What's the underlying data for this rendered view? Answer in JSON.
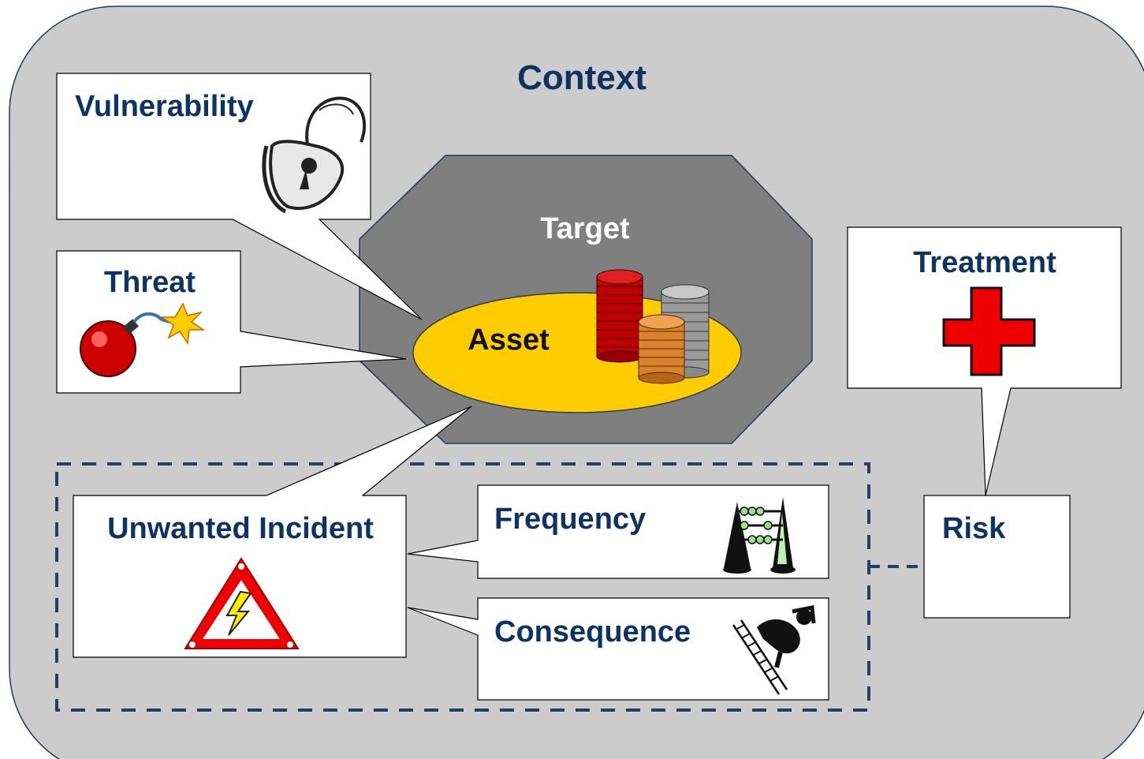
{
  "context": {
    "title": "Context"
  },
  "target": {
    "title": "Target"
  },
  "asset": {
    "title": "Asset"
  },
  "vulnerability": {
    "title": "Vulnerability",
    "icon": "broken-padlock-icon"
  },
  "threat": {
    "title": "Threat",
    "icon": "bomb-icon"
  },
  "treatment": {
    "title": "Treatment",
    "icon": "red-cross-icon"
  },
  "unwanted_incident": {
    "title": "Unwanted Incident",
    "icon": "warning-triangle-icon"
  },
  "frequency": {
    "title": "Frequency",
    "icon": "abacus-icon"
  },
  "consequence": {
    "title": "Consequence",
    "icon": "falling-person-ladder-icon"
  },
  "risk": {
    "title": "Risk"
  },
  "colors": {
    "context_fill": "#cccccc",
    "context_stroke": "#1f3b5b",
    "target_fill": "#7f7f7f",
    "asset_fill": "#ffcc00",
    "label_navy": "#0d3363",
    "dashed_stroke": "#243f60"
  }
}
